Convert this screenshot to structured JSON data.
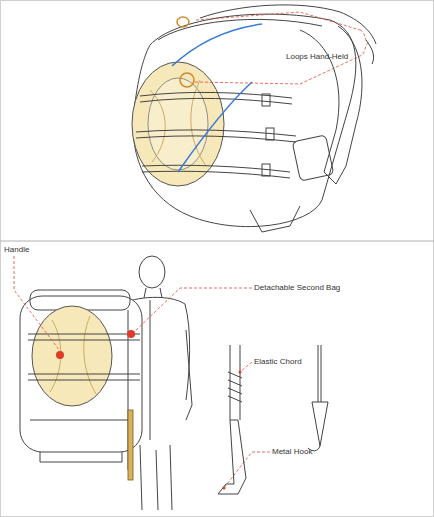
{
  "diagram": {
    "labels": [
      "Loops Hand-Held",
      "Handle",
      "Detachable Second Bag",
      "Elastic Chord",
      "Metal Hook"
    ]
  }
}
